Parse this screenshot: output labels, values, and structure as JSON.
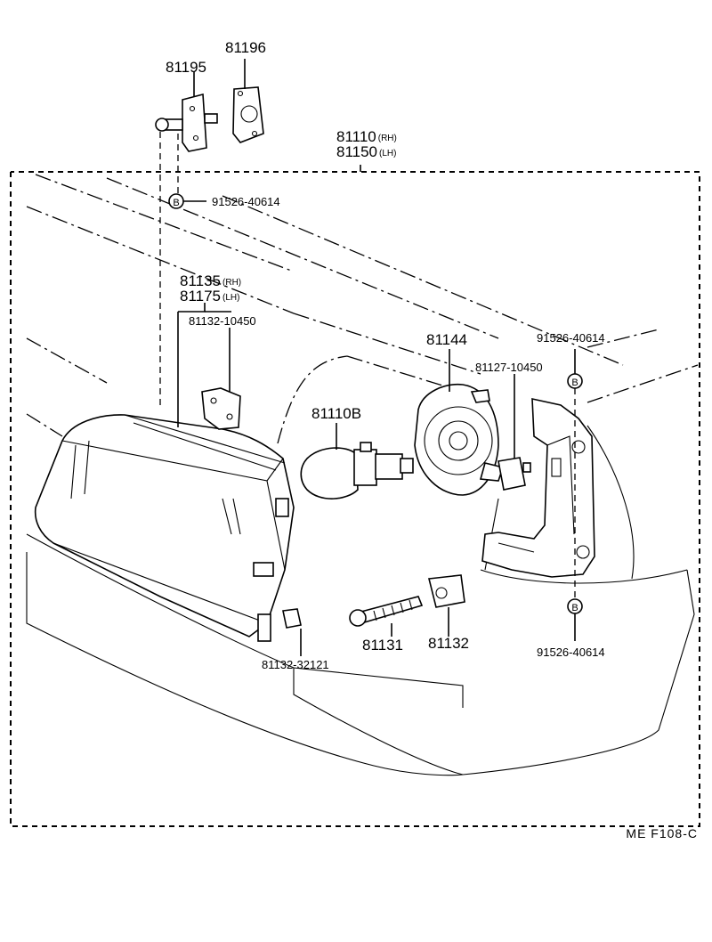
{
  "labels": {
    "p81196": "81196",
    "p81195": "81195",
    "p81110": "81110",
    "p81150": "81150",
    "rh": "(RH)",
    "lh": "(LH)",
    "p91526_top": "91526-40614",
    "p81135": "81135",
    "p81175": "81175",
    "p81132_10450": "81132-10450",
    "p81144": "81144",
    "p91526_right": "91526-40614",
    "p81127_10450": "81127-10450",
    "p81110B": "81110B",
    "p81132_32121": "81132-32121",
    "p81131": "81131",
    "p81132": "81132",
    "p91526_bottom": "91526-40614",
    "bolt_letter": "B"
  },
  "footer": {
    "code": "ME  F108-C"
  }
}
